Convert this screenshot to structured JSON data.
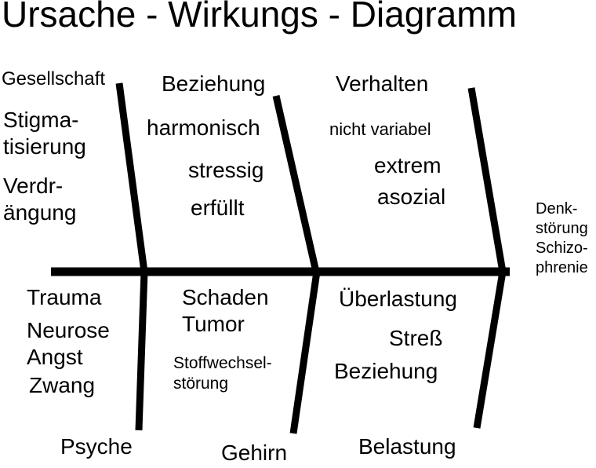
{
  "title": "Ursache - Wirkungs - Diagramm",
  "ink_color": "#000000",
  "effect": "Denk-\nstörung\nSchizo-\nphrenie",
  "branches": {
    "gesellschaft": {
      "label": "Gesellschaft",
      "cause1": "Stigma-\ntisierung",
      "cause2": "Verdr-\nängung"
    },
    "beziehung": {
      "label": "Beziehung",
      "cause1": "harmonisch",
      "cause2": "stressig",
      "cause3": "erfüllt"
    },
    "verhalten": {
      "label": "Verhalten",
      "cause1": "nicht variabel",
      "cause2": "extrem",
      "cause3": "asozial"
    },
    "psyche": {
      "label": "Psyche",
      "cause1": "Trauma",
      "cause2": "Neurose",
      "cause3": "Angst",
      "cause4": "Zwang"
    },
    "gehirn": {
      "label": "Gehirn",
      "cause1": "Schaden\nTumor",
      "cause2": "Stoffwechsel-\nstörung"
    },
    "belastung": {
      "label": "Belastung",
      "cause1": "Überlastung",
      "cause2": "Streß",
      "cause3": "Beziehung"
    }
  }
}
